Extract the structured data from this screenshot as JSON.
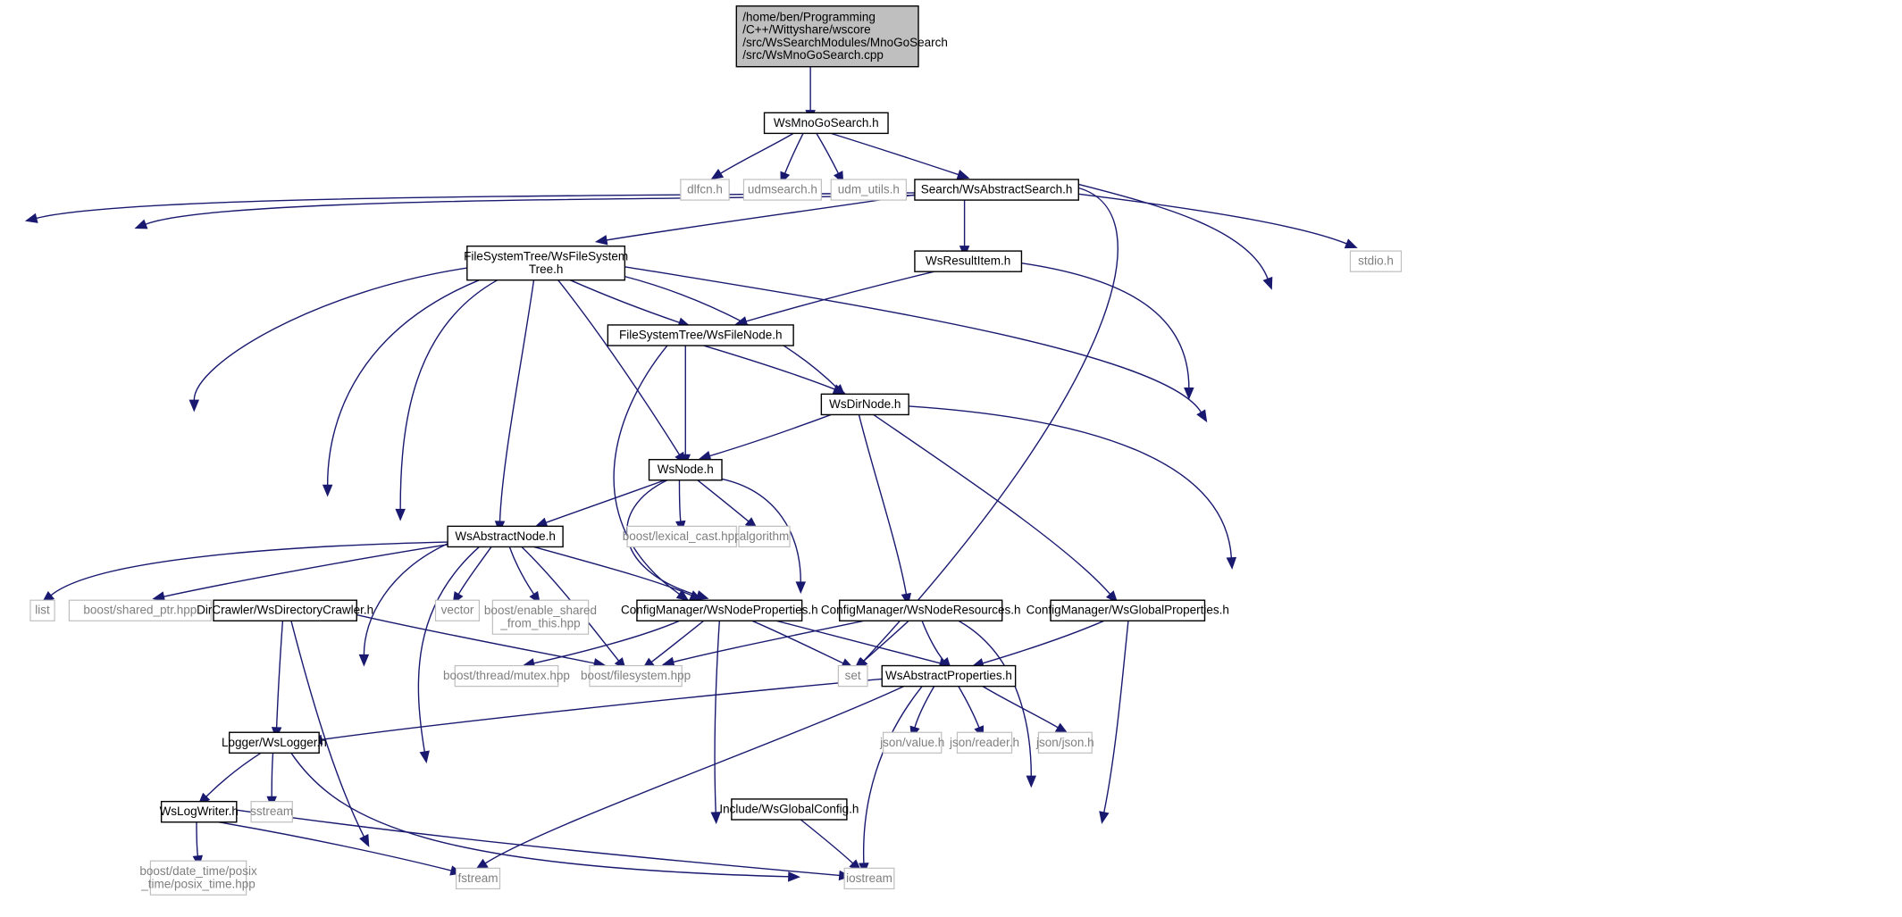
{
  "graph": {
    "nodes": [
      {
        "id": "root",
        "kind": "root",
        "lines": [
          "/home/ben/Programming",
          "/C++/Wittyshare/wscore",
          "/src/WsSearchModules/MnoGoSearch",
          "/src/WsMnoGoSearch.cpp"
        ]
      },
      {
        "id": "wsmnogosearch_h",
        "kind": "int",
        "lines": [
          "WsMnoGoSearch.h"
        ]
      },
      {
        "id": "dlfcn_h",
        "kind": "ext",
        "lines": [
          "dlfcn.h"
        ]
      },
      {
        "id": "udmsearch_h",
        "kind": "ext",
        "lines": [
          "udmsearch.h"
        ]
      },
      {
        "id": "udm_utils_h",
        "kind": "ext",
        "lines": [
          "udm_utils.h"
        ]
      },
      {
        "id": "wsabstractsearch_h",
        "kind": "int",
        "lines": [
          "Search/WsAbstractSearch.h"
        ]
      },
      {
        "id": "stdio_h",
        "kind": "ext",
        "lines": [
          "stdio.h"
        ]
      },
      {
        "id": "wsfilesystemtree_h",
        "kind": "int",
        "lines": [
          "FileSystemTree/WsFileSystem",
          "Tree.h"
        ]
      },
      {
        "id": "wsresultitem_h",
        "kind": "int",
        "lines": [
          "WsResultItem.h"
        ]
      },
      {
        "id": "wsfilenode_h",
        "kind": "int",
        "lines": [
          "FileSystemTree/WsFileNode.h"
        ]
      },
      {
        "id": "wsdirnode_h",
        "kind": "int",
        "lines": [
          "WsDirNode.h"
        ]
      },
      {
        "id": "wsnode_h",
        "kind": "int",
        "lines": [
          "WsNode.h"
        ]
      },
      {
        "id": "lexical_cast_hpp",
        "kind": "ext",
        "lines": [
          "boost/lexical_cast.hpp"
        ]
      },
      {
        "id": "algorithm",
        "kind": "ext",
        "lines": [
          "algorithm"
        ]
      },
      {
        "id": "wsabstractnode_h",
        "kind": "int",
        "lines": [
          "WsAbstractNode.h"
        ]
      },
      {
        "id": "list",
        "kind": "ext",
        "lines": [
          "list"
        ]
      },
      {
        "id": "shared_ptr_hpp",
        "kind": "ext",
        "lines": [
          "boost/shared_ptr.hpp"
        ]
      },
      {
        "id": "wsdirectorycrawler_h",
        "kind": "int",
        "lines": [
          "DirCrawler/WsDirectoryCrawler.h"
        ]
      },
      {
        "id": "vector",
        "kind": "ext",
        "lines": [
          "vector"
        ]
      },
      {
        "id": "enable_shared_hpp",
        "kind": "ext",
        "lines": [
          "boost/enable_shared",
          "_from_this.hpp"
        ]
      },
      {
        "id": "wsnodeproperties_h",
        "kind": "int",
        "lines": [
          "ConfigManager/WsNodeProperties.h"
        ]
      },
      {
        "id": "wsnoderesources_h",
        "kind": "int",
        "lines": [
          "ConfigManager/WsNodeResources.h"
        ]
      },
      {
        "id": "wsglobalproperties_h",
        "kind": "int",
        "lines": [
          "ConfigManager/WsGlobalProperties.h"
        ]
      },
      {
        "id": "mutex_hpp",
        "kind": "ext",
        "lines": [
          "boost/thread/mutex.hpp"
        ]
      },
      {
        "id": "filesystem_hpp",
        "kind": "ext",
        "lines": [
          "boost/filesystem.hpp"
        ]
      },
      {
        "id": "set",
        "kind": "ext",
        "lines": [
          "set"
        ]
      },
      {
        "id": "wsabstractproperties_h",
        "kind": "int",
        "lines": [
          "WsAbstractProperties.h"
        ]
      },
      {
        "id": "wslogger_h",
        "kind": "int",
        "lines": [
          "Logger/WsLogger.h"
        ]
      },
      {
        "id": "sstream",
        "kind": "ext",
        "lines": [
          "sstream"
        ]
      },
      {
        "id": "json_value_h",
        "kind": "ext",
        "lines": [
          "json/value.h"
        ]
      },
      {
        "id": "json_reader_h",
        "kind": "ext",
        "lines": [
          "json/reader.h"
        ]
      },
      {
        "id": "json_json_h",
        "kind": "ext",
        "lines": [
          "json/json.h"
        ]
      },
      {
        "id": "wslogwriter_h",
        "kind": "int",
        "lines": [
          "WsLogWriter.h"
        ]
      },
      {
        "id": "wsglobalconfig_h",
        "kind": "int",
        "lines": [
          "Include/WsGlobalConfig.h"
        ]
      },
      {
        "id": "posix_time_hpp",
        "kind": "ext",
        "lines": [
          "boost/date_time/posix",
          "_time/posix_time.hpp"
        ]
      },
      {
        "id": "fstream",
        "kind": "ext",
        "lines": [
          "fstream"
        ]
      },
      {
        "id": "iostream",
        "kind": "ext",
        "lines": [
          "iostream"
        ]
      }
    ],
    "edges": [
      [
        "root",
        "wsmnogosearch_h"
      ],
      [
        "wsmnogosearch_h",
        "dlfcn_h"
      ],
      [
        "wsmnogosearch_h",
        "udmsearch_h"
      ],
      [
        "wsmnogosearch_h",
        "udm_utils_h"
      ],
      [
        "wsmnogosearch_h",
        "wsabstractsearch_h"
      ],
      [
        "wsabstractsearch_h",
        "wsfilesystemtree_h"
      ],
      [
        "wsabstractsearch_h",
        "wsresultitem_h"
      ],
      [
        "wsabstractsearch_h",
        "stdio_h"
      ],
      [
        "wsabstractsearch_h",
        "list"
      ],
      [
        "wsabstractsearch_h",
        "wslogger_h"
      ],
      [
        "wsabstractsearch_h",
        "set"
      ],
      [
        "wsabstractsearch_h",
        "iostream"
      ],
      [
        "wsresultitem_h",
        "wsfilenode_h"
      ],
      [
        "wsresultitem_h",
        "iostream"
      ],
      [
        "wsfilesystemtree_h",
        "wsfilenode_h"
      ],
      [
        "wsfilesystemtree_h",
        "wsdirnode_h"
      ],
      [
        "wsfilesystemtree_h",
        "wsnode_h"
      ],
      [
        "wsfilesystemtree_h",
        "wsabstractnode_h"
      ],
      [
        "wsfilesystemtree_h",
        "shared_ptr_hpp"
      ],
      [
        "wsfilesystemtree_h",
        "wsdirectorycrawler_h"
      ],
      [
        "wsfilesystemtree_h",
        "mutex_hpp"
      ],
      [
        "wsfilesystemtree_h",
        "iostream"
      ],
      [
        "wsfilenode_h",
        "wsdirnode_h"
      ],
      [
        "wsfilenode_h",
        "wsnode_h"
      ],
      [
        "wsfilenode_h",
        "wsnodeproperties_h"
      ],
      [
        "wsdirnode_h",
        "wsnode_h"
      ],
      [
        "wsdirnode_h",
        "wsnoderesources_h"
      ],
      [
        "wsdirnode_h",
        "wsglobalproperties_h"
      ],
      [
        "wsdirnode_h",
        "iostream"
      ],
      [
        "wsnode_h",
        "wsabstractnode_h"
      ],
      [
        "wsnode_h",
        "lexical_cast_hpp"
      ],
      [
        "wsnode_h",
        "algorithm"
      ],
      [
        "wsnode_h",
        "wsnodeproperties_h"
      ],
      [
        "wsnode_h",
        "wsglobalconfig_h"
      ],
      [
        "wsabstractnode_h",
        "list"
      ],
      [
        "wsabstractnode_h",
        "shared_ptr_hpp"
      ],
      [
        "wsabstractnode_h",
        "vector"
      ],
      [
        "wsabstractnode_h",
        "enable_shared_hpp"
      ],
      [
        "wsabstractnode_h",
        "wsnodeproperties_h"
      ],
      [
        "wsabstractnode_h",
        "filesystem_hpp"
      ],
      [
        "wsabstractnode_h",
        "wslogger_h"
      ],
      [
        "wsabstractnode_h",
        "iostream"
      ],
      [
        "wsdirectorycrawler_h",
        "filesystem_hpp"
      ],
      [
        "wsdirectorycrawler_h",
        "wslogger_h"
      ],
      [
        "wsdirectorycrawler_h",
        "iostream"
      ],
      [
        "wsnodeproperties_h",
        "mutex_hpp"
      ],
      [
        "wsnodeproperties_h",
        "filesystem_hpp"
      ],
      [
        "wsnodeproperties_h",
        "set"
      ],
      [
        "wsnodeproperties_h",
        "wsabstractproperties_h"
      ],
      [
        "wsnodeproperties_h",
        "iostream"
      ],
      [
        "wsnoderesources_h",
        "filesystem_hpp"
      ],
      [
        "wsnoderesources_h",
        "set"
      ],
      [
        "wsnoderesources_h",
        "wsabstractproperties_h"
      ],
      [
        "wsnoderesources_h",
        "iostream"
      ],
      [
        "wsglobalproperties_h",
        "wsabstractproperties_h"
      ],
      [
        "wsglobalproperties_h",
        "iostream"
      ],
      [
        "wsabstractproperties_h",
        "wslogger_h"
      ],
      [
        "wsabstractproperties_h",
        "json_value_h"
      ],
      [
        "wsabstractproperties_h",
        "json_reader_h"
      ],
      [
        "wsabstractproperties_h",
        "json_json_h"
      ],
      [
        "wsabstractproperties_h",
        "fstream"
      ],
      [
        "wsabstractproperties_h",
        "iostream"
      ],
      [
        "wslogger_h",
        "wslogwriter_h"
      ],
      [
        "wslogger_h",
        "sstream"
      ],
      [
        "wslogger_h",
        "iostream"
      ],
      [
        "wslogwriter_h",
        "posix_time_hpp"
      ],
      [
        "wslogwriter_h",
        "fstream"
      ],
      [
        "wslogwriter_h",
        "iostream"
      ],
      [
        "wsglobalconfig_h",
        "iostream"
      ]
    ]
  }
}
